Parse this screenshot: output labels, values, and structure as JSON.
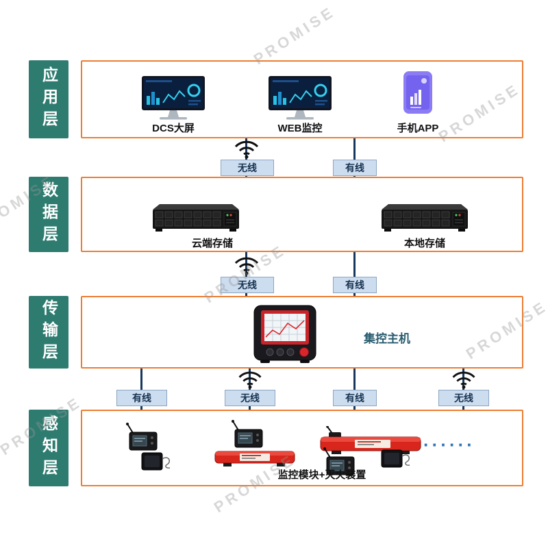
{
  "watermark": {
    "text": "PROMISE"
  },
  "layers": {
    "application": {
      "label": "应用层"
    },
    "data": {
      "label": "数据层"
    },
    "transmission": {
      "label": "传输层"
    },
    "perception": {
      "label": "感知层"
    }
  },
  "application_layer": {
    "dcs_label": "DCS大屏",
    "web_label": "WEB监控",
    "app_label": "手机APP"
  },
  "data_layer": {
    "cloud_label": "云端存储",
    "local_label": "本地存储"
  },
  "transmission_layer": {
    "host_label": "集控主机"
  },
  "perception_layer": {
    "caption": "监控模块+灭火装置",
    "ellipsis": "······"
  },
  "connector_labels": {
    "wireless": "无线",
    "wired": "有线"
  },
  "colors": {
    "layer_tag_bg": "#2e7b70",
    "box_border": "#ed7d31",
    "connector_bg": "#cdddf0",
    "connector_border": "#8ca6c0",
    "line": "#17375e",
    "host_label": "#2a5d70",
    "ellipsis": "#2e74b5",
    "fire_device_red": "#d9261c",
    "phone_purple": "#8b7cf4"
  }
}
